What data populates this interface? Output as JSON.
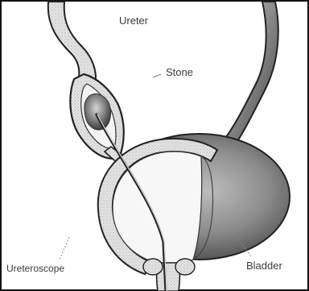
{
  "labels": {
    "ureter": "Ureter",
    "stone": "Stone",
    "bladder": "Bladder",
    "ureteroscope": "Ureteroscope"
  }
}
